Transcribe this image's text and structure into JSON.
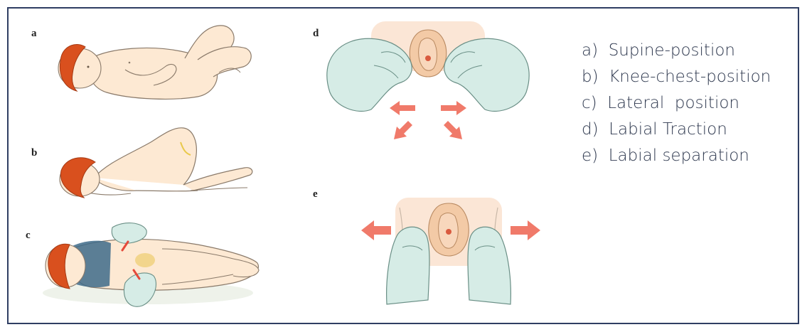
{
  "panels": [
    {
      "letter": "a",
      "illustration": "supine-position"
    },
    {
      "letter": "b",
      "illustration": "knee-chest-position"
    },
    {
      "letter": "c",
      "illustration": "lateral-position"
    },
    {
      "letter": "d",
      "illustration": "labial-traction"
    },
    {
      "letter": "e",
      "illustration": "labial-separation"
    }
  ],
  "legend": [
    "a)  Supine-position",
    "b)  Knee-chest-position",
    "c)  Lateral  position",
    "d)  Labial Traction",
    "e)  Labial separation"
  ],
  "colors": {
    "border": "#2f3e63",
    "skin": "#fde9d3",
    "skin_outline": "#8a7a6a",
    "hair": "#d9501e",
    "glove": "#d6ece6",
    "glove_outline": "#6a8f86",
    "arrow": "#f07a6a",
    "diaper": "#3e6b8a",
    "text": "#303a50"
  }
}
